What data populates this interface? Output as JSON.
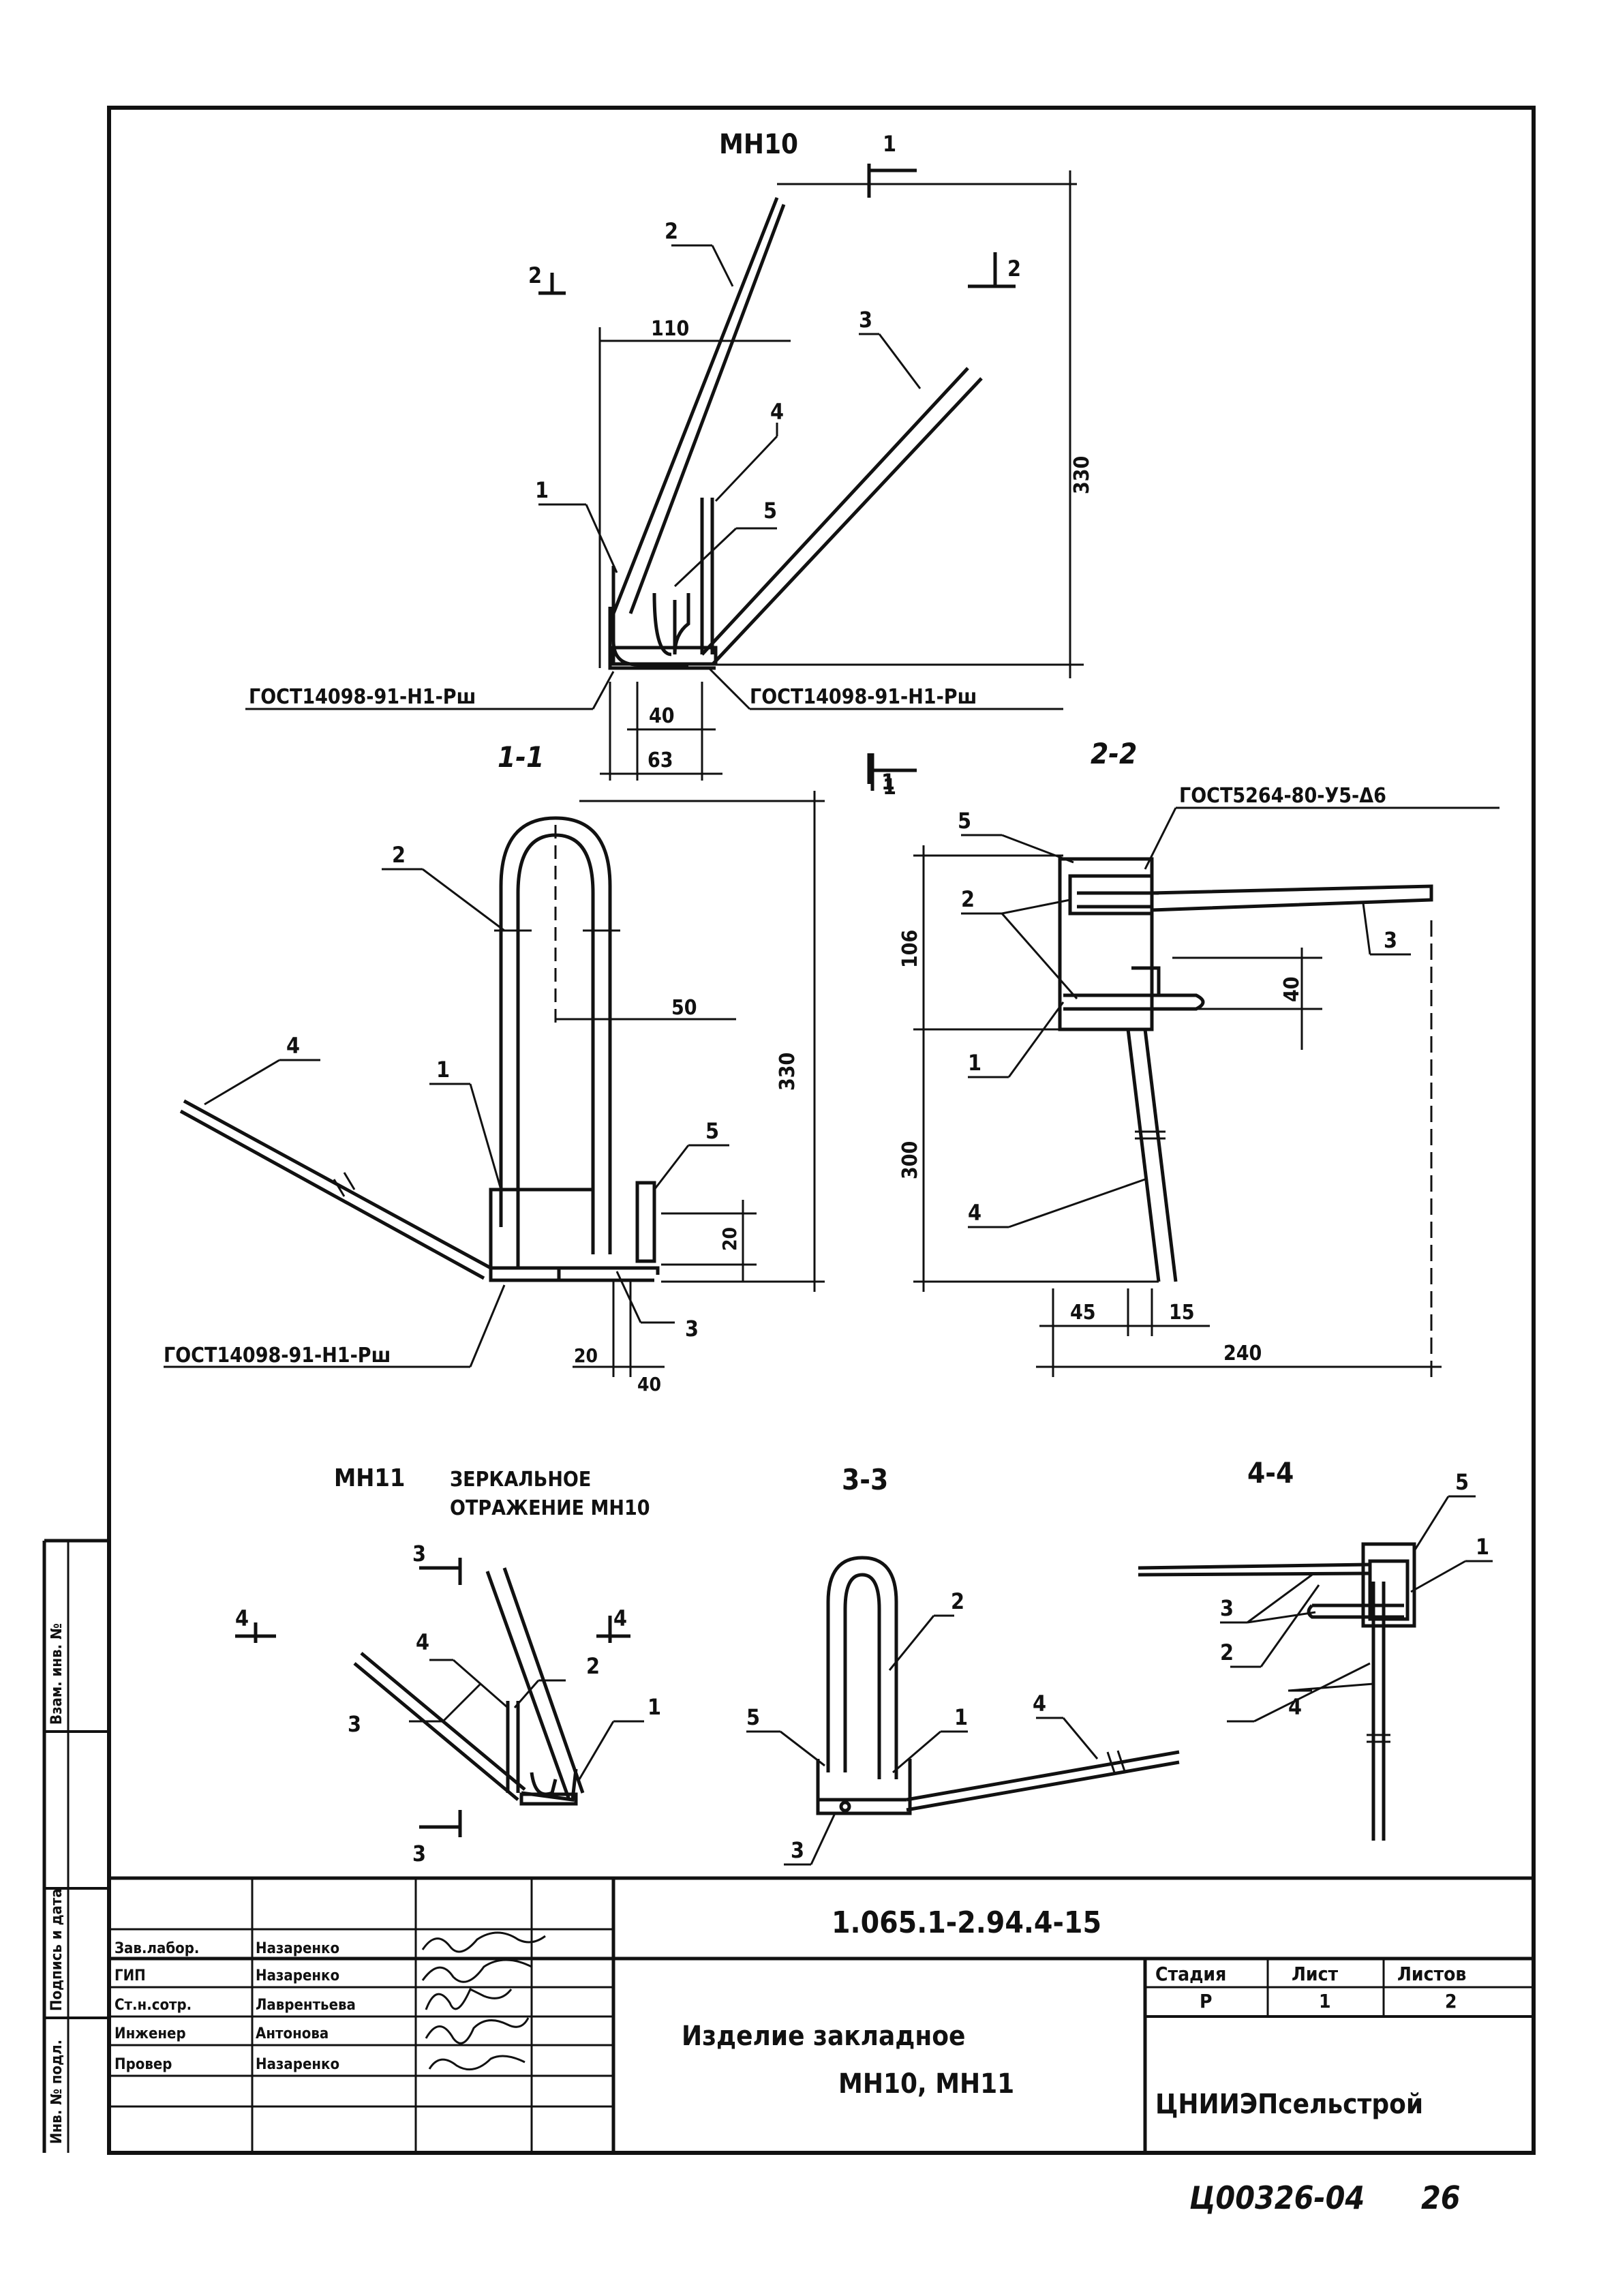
{
  "sheet": {
    "code": "1.065.1-2.94.4-15",
    "title_line1": "Изделие закладное",
    "title_line2": "МН10, МН11",
    "organization": "ЦНИИЭПсельстрой",
    "footer_number": "Ц00326-04",
    "footer_page": "26"
  },
  "views": {
    "mn10_title": "МН10",
    "section_1_1": "1-1",
    "section_2_2": "2-2",
    "section_3_3": "3-3",
    "section_4_4": "4-4",
    "mn11_title": "МН11",
    "mn11_note_1": "ЗЕРКАЛЬНОЕ",
    "mn11_note_2": "ОТРАЖЕНИЕ МН10"
  },
  "gost": {
    "weld_left": "ГОСТ14098-91-Н1-Рш",
    "weld_right": "ГОСТ14098-91-Н1-Рш",
    "weld_section": "ГОСТ14098-91-Н1-Рш",
    "weld_2_2": "ГОСТ5264-80-У5-Δ6"
  },
  "dimensions": {
    "d110": "110",
    "d330_main": "330",
    "d40_main": "40",
    "d63": "63",
    "d50": "50",
    "d330_sec": "330",
    "d20_v": "20",
    "d20_h": "20",
    "d40_sec": "40",
    "d106": "106",
    "d40_22": "40",
    "d300": "300",
    "d45": "45",
    "d15": "15",
    "d240": "240"
  },
  "marks": {
    "cut1": "1",
    "cut2": "2",
    "cut3": "3",
    "cut4": "4",
    "p1": "1",
    "p2": "2",
    "p3": "3",
    "p4": "4",
    "p5": "5"
  },
  "side_stamp": {
    "inv_orig": "Инв. № подл.",
    "sign_date": "Подпись и дата",
    "inv_vzam": "Взам. инв. №"
  },
  "signatures": [
    {
      "role": "Зав.лабор.",
      "name": "Назаренко"
    },
    {
      "role": "ГИП",
      "name": "Назаренко"
    },
    {
      "role": "Ст.н.сотр.",
      "name": "Лаврентьева"
    },
    {
      "role": "Инженер",
      "name": "Антонова"
    },
    {
      "role": "Провер",
      "name": "Назаренко"
    }
  ],
  "stage_table": {
    "headers": [
      "Стадия",
      "Лист",
      "Листов"
    ],
    "values": [
      "Р",
      "1",
      "2"
    ]
  }
}
